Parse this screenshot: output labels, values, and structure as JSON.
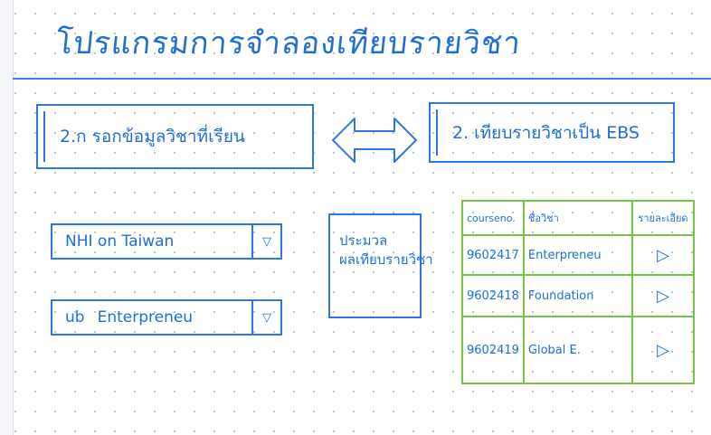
{
  "title": "โปรแกรมการจำลองเทียบรายวิชา",
  "header": {
    "left_box": "2.ก รอกข้อมูลวิชาที่เรียน",
    "right_box": "2. เทียบรายวิชาเป็น EBS"
  },
  "dropdowns": [
    {
      "value": "NHI on Taiwan",
      "caret": "▽"
    },
    {
      "value": "Enterpreneu",
      "prefix": "ub",
      "caret": "▽"
    }
  ],
  "process_box": {
    "line1": "ประมวล",
    "line2": "ผลเทียบรายวิชา"
  },
  "course_table": {
    "columns": [
      "courseno.",
      "ชื่อวิชา",
      "รายละเอียด"
    ],
    "rows": [
      {
        "code": "9602417",
        "name": "Enterpreneu",
        "action": "▷"
      },
      {
        "code": "9602418",
        "name": "Foundation",
        "action": "▷"
      },
      {
        "code": "9602419",
        "name": "Global E.",
        "action": "▷"
      }
    ]
  },
  "colors": {
    "ink_blue": "#1f6fd6",
    "box_border_blue": "#2b78e4",
    "table_border_green": "#77c244",
    "dot_grid": "#b9c1cc"
  },
  "icons": {
    "double_arrow": "double-headed-arrow-icon",
    "dropdown_caret": "triangle-down-icon",
    "row_action": "play-triangle-icon"
  }
}
